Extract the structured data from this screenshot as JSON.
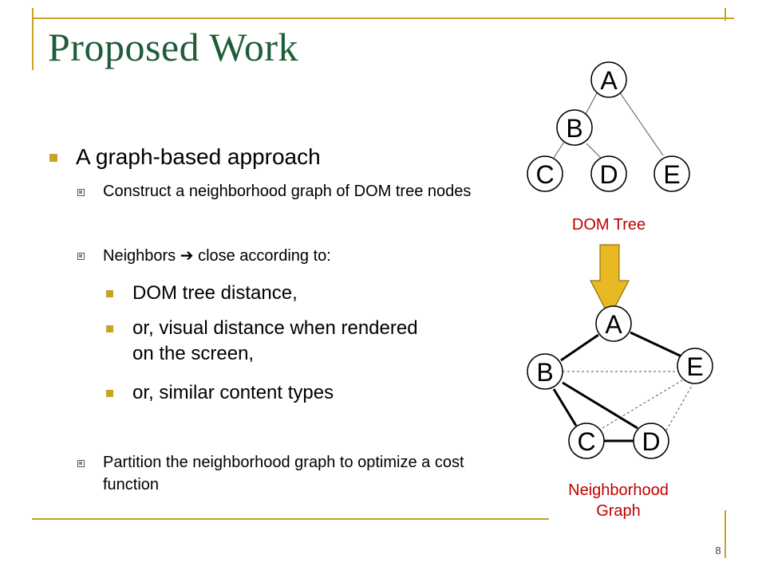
{
  "slide": {
    "title": "Proposed Work",
    "page_number": "8",
    "colors": {
      "title": "#1f5c3a",
      "accent_rule": "#c9a227",
      "caption": "#c00000",
      "arrow": "#e8b923"
    }
  },
  "bullets": {
    "main": "A graph-based approach",
    "sub1": "Construct a neighborhood graph of DOM tree nodes",
    "sub2_prefix": "Neighbors",
    "sub2_arrow": "➔",
    "sub2_suffix": "close according to:",
    "items": [
      "DOM tree distance,",
      "or, visual distance when rendered on the screen,",
      "or, similar content types"
    ],
    "sub3": "Partition the neighborhood graph to optimize a cost function"
  },
  "dom_tree": {
    "caption": "DOM Tree",
    "nodes": [
      "A",
      "B",
      "C",
      "D",
      "E"
    ]
  },
  "neighborhood_graph": {
    "caption": "Neighborhood Graph",
    "nodes": [
      "A",
      "B",
      "C",
      "D",
      "E"
    ]
  }
}
